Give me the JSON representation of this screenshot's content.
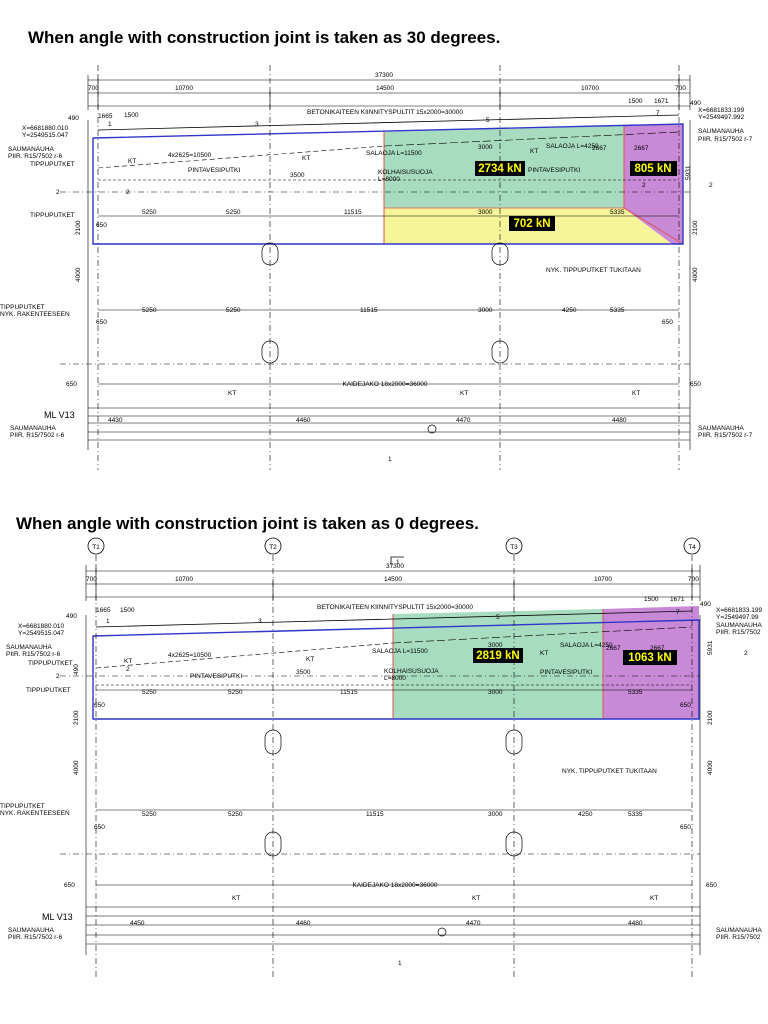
{
  "headings": {
    "top": "When angle with construction joint is taken as 30 degrees.",
    "bottom": "When angle with construction joint is taken as 0 degrees."
  },
  "drawing": {
    "axes": [
      "T1",
      "T2",
      "T3",
      "T4"
    ],
    "total_length": "37300",
    "spans": [
      "10700",
      "14500",
      "10700"
    ],
    "end_dims": [
      "700",
      "700"
    ],
    "left_offset_490": "490",
    "right_offset_490": "490",
    "anchor_label": "BETONIKAITEEN KIINNITYSPULTIT 15x2000=30000",
    "top_small_dims": [
      "1665",
      "1500",
      "1500",
      "1671"
    ],
    "coord_left_top": [
      "X=6681880.010",
      "Y=2549515.047"
    ],
    "coord_left_bottom": [
      "X=6681880.010",
      "Y=2549515.047"
    ],
    "coord_right_top": [
      "X=6681833.199",
      "Y=2549497.992"
    ],
    "coord_right_bottom": [
      "X=6681833.199",
      "Y=2549497.99"
    ],
    "saumanauha": "SAUMANAUHA",
    "piir_left": "PIIR. R15/7502 r-6",
    "piir_right": "PIIR. R15/7502 r-7",
    "piir_right_short": "PIIR. R15/7502",
    "tippuputket": "TIPPUPUTKET",
    "nyk_rakenteeseen": "NYK. RAKENTEESEEN",
    "kt": "KT",
    "pintavesiputki": "PINTAVESIPUTKI",
    "salaoja_left": "SALAOJA L=11500",
    "salaoja_right": "SALAOJA L=4250",
    "kolhaisusuoja": "KOLHAISUSUOJA",
    "l8000": "L=8000",
    "nyk_tukitaan": "NYK. TIPPUPUTKET TUKITAAN",
    "kaidejako": "KAIDEJAKO 18x2000=36000",
    "ml_v13": "ML V13",
    "d_4x2625": "4x2625=10500",
    "d_3500": "3500",
    "d_3000": "3000",
    "d_2667": "2667",
    "d_4250": "4250",
    "d_5250": "5250",
    "d_11515": "11515",
    "d_5335": "5335",
    "d_650": "650",
    "d_2100": "2100",
    "d_4000": "4000",
    "d_5931": "5931",
    "d_4430": "4430",
    "d_4460": "4460",
    "d_4470": "4470",
    "d_4480": "4480",
    "d_4450": "4450",
    "pt_1": "1",
    "pt_2": "2",
    "pt_3": "3",
    "pt_5": "5",
    "pt_7": "7"
  },
  "loads": {
    "top": {
      "green": "2734 kN",
      "purple": "805 kN",
      "yellow": "702 kN"
    },
    "bottom": {
      "green": "2819 kN",
      "purple": "1063 kN"
    }
  },
  "colors": {
    "green": "#a8dcc0",
    "purple": "#c88ad6",
    "yellow": "#f7f59a",
    "blue_outline": "#2e35c9",
    "label_bg": "#000000",
    "label_fg": "#ffff00"
  }
}
